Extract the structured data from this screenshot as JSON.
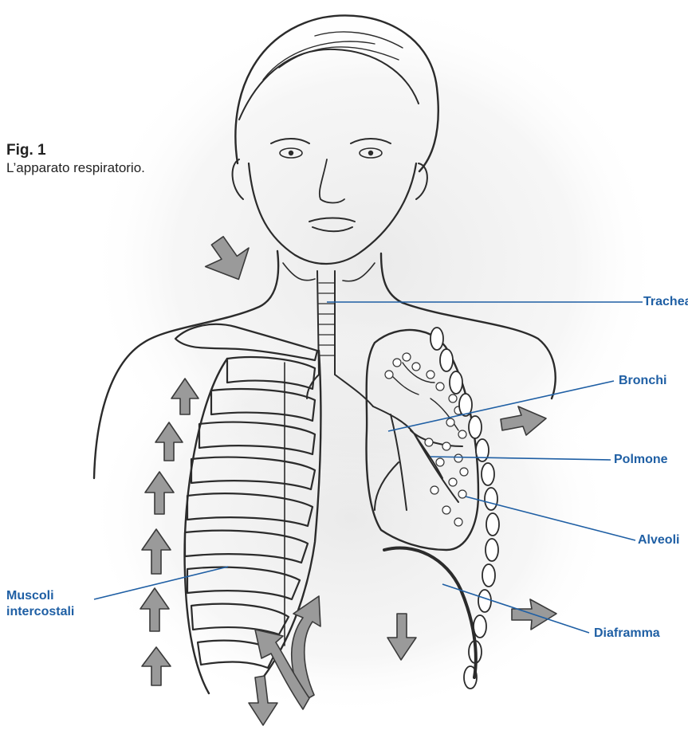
{
  "caption": {
    "figure_number": "Fig. 1",
    "title": "L’apparato respiratorio."
  },
  "labels": {
    "trachea": "Trachea",
    "bronchi": "Bronchi",
    "polmone": "Polmone",
    "alveoli": "Alveoli",
    "diaframma": "Diaframma",
    "muscoli_line1": "Muscoli",
    "muscoli_line2": "intercostali"
  },
  "colors": {
    "label_blue": "#1f5fa4",
    "ink": "#2b2b2b",
    "arrow_fill": "#9a9a9a"
  }
}
